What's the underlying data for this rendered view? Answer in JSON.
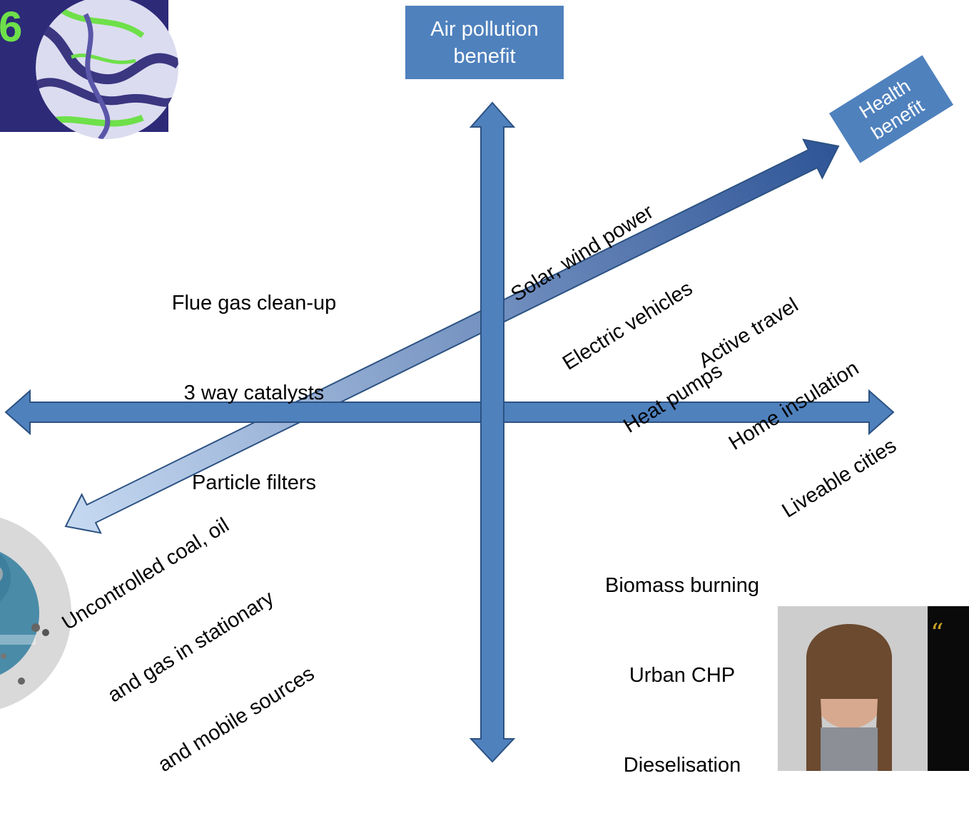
{
  "axes": {
    "vertical_label": [
      "Air pollution",
      "benefit"
    ],
    "diagonal_label": [
      "Health",
      "benefit"
    ]
  },
  "quadrants": {
    "top_left": [
      "Flue gas clean-up",
      "3 way catalysts",
      "Particle filters"
    ],
    "top_right_upper": [
      "Solar, wind power",
      "Electric vehicles",
      "Heat pumps"
    ],
    "top_right_lower": [
      "Active travel",
      "Home insulation",
      "Liveable cities"
    ],
    "bottom_left": [
      "Uncontrolled coal, oil",
      "and gas in stationary",
      "and mobile sources"
    ],
    "bottom_right": [
      "Biomass burning",
      "Urban CHP",
      "Dieselisation"
    ]
  },
  "colors": {
    "axis_fill": "#4f81bd",
    "axis_stroke": "#2c5282",
    "box_fill": "#4f81bd",
    "diagonal_dark": "#2f5597",
    "diagonal_light": "#c6d9f1",
    "earth_bg": "#2d2a78",
    "earth_accent": "#6ee04a"
  },
  "decor": {
    "top_left_digit": "6"
  }
}
